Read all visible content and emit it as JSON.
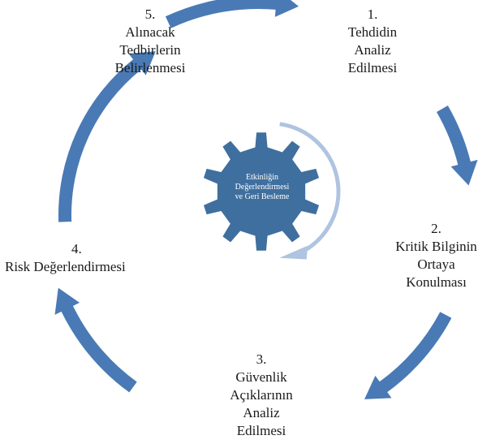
{
  "colors": {
    "arrow": "#4a7ab5",
    "gear": "#3f6f9f",
    "ring_arrow": "#aec4e0",
    "text": "#1a1a1a"
  },
  "center": {
    "label_lines": [
      "Etkinliğin",
      "Değerlendirmesi",
      "ve Geri Besleme"
    ]
  },
  "steps": [
    {
      "number": "1.",
      "lines": [
        "Tehdidin",
        "Analiz",
        "Edilmesi"
      ]
    },
    {
      "number": "2.",
      "lines": [
        "Kritik Bilginin",
        "Ortaya",
        "Konulması"
      ]
    },
    {
      "number": "3.",
      "lines": [
        "Güvenlik",
        "Açıklarının",
        "Analiz",
        "Edilmesi"
      ]
    },
    {
      "number": "4.",
      "lines": [
        "Risk Değerlendirmesi"
      ]
    },
    {
      "number": "5.",
      "lines": [
        "Alınacak",
        "Tedbirlerin",
        "Belirlenmesi"
      ]
    }
  ]
}
